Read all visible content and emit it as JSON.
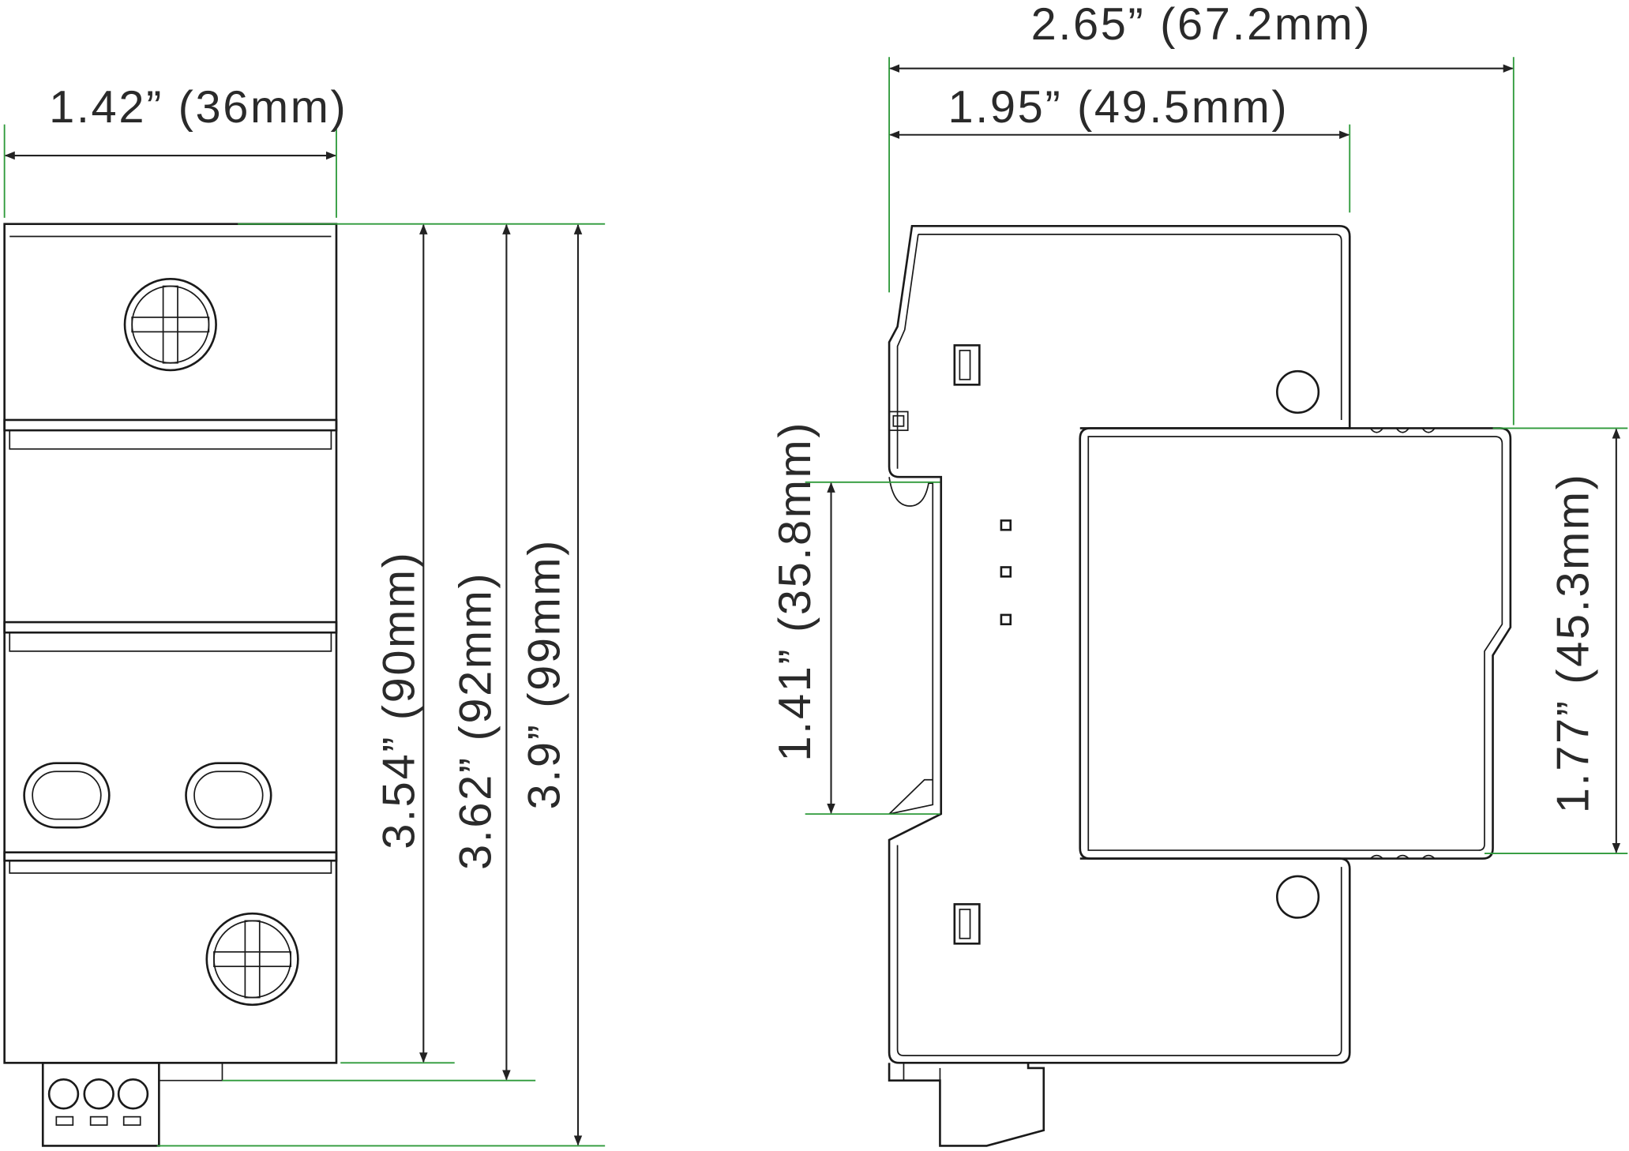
{
  "front_view": {
    "width_label": "1.42” (36mm)",
    "height_labels": [
      "3.54” (90mm)",
      "3.62” (92mm)",
      "3.9” (99mm)"
    ]
  },
  "side_view": {
    "overall_depth_label": "2.65” (67.2mm)",
    "body_depth_label": "1.95” (49.5mm)",
    "din_rail_label": "1.41” (35.8mm)",
    "module_height_label": "1.77” (45.3mm)"
  },
  "colors": {
    "line": "#1a1a1a",
    "extension": "#2e9a3a"
  }
}
